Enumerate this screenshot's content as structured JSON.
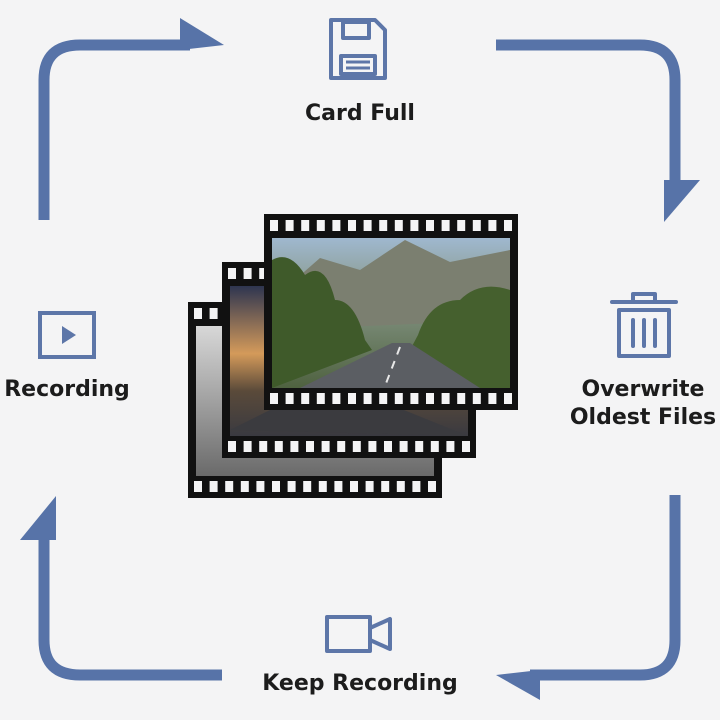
{
  "steps": {
    "card_full": {
      "label": "Card Full",
      "icon": "floppy-disk-icon"
    },
    "overwrite": {
      "label_line1": "Overwrite",
      "label_line2": "Oldest Files",
      "icon": "trash-can-icon"
    },
    "keep_recording": {
      "label": "Keep Recording",
      "icon": "video-camera-icon"
    },
    "recording": {
      "label": "Recording",
      "icon": "play-button-icon"
    }
  },
  "center_image": {
    "icon": "film-strip-stack-icon"
  },
  "colors": {
    "arrow": "#5773a8",
    "icon": "#5d76a8",
    "text": "#1c1c1c",
    "background": "#f4f4f5",
    "film": "#111111"
  }
}
